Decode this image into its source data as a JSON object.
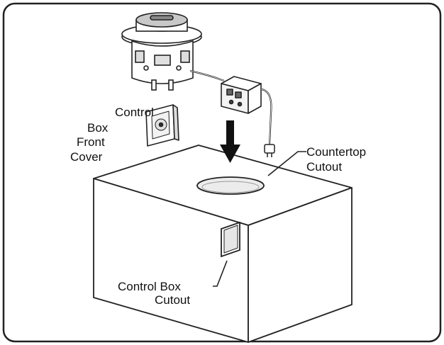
{
  "labels": {
    "control_box_front_cover": [
      "Control",
      "Box",
      "Front",
      "Cover"
    ],
    "countertop_cutout": [
      "Countertop",
      "Cutout"
    ],
    "control_box_cutout": [
      "Control Box",
      "Cutout"
    ]
  }
}
